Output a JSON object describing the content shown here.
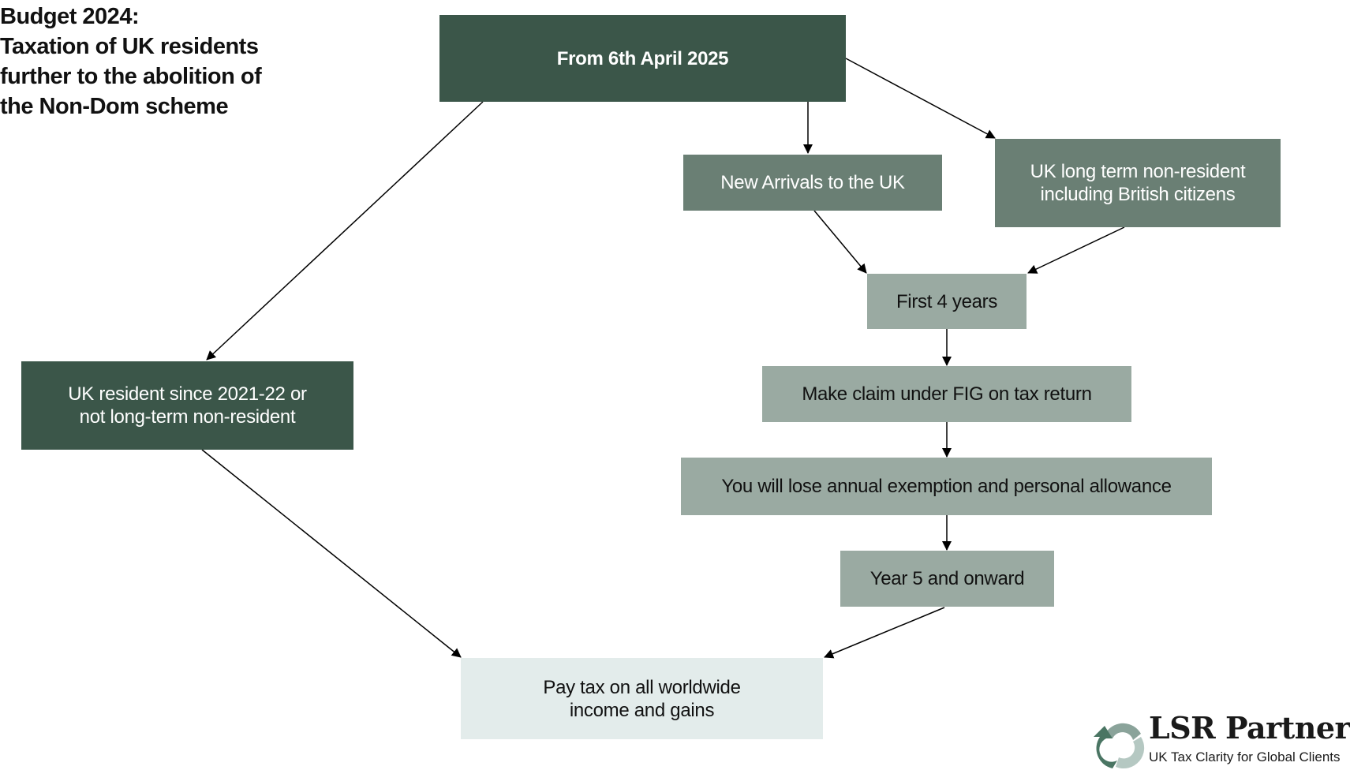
{
  "title": {
    "lines": [
      "Budget 2024:",
      "Taxation of UK residents",
      "further to the abolition of",
      "the Non-Dom scheme"
    ]
  },
  "nodes": {
    "start": "From 6th April 2025",
    "new_arrivals": "New Arrivals to the UK",
    "long_term_nonresident": [
      "UK long term non-resident",
      "including British citizens"
    ],
    "first_4_years": "First 4 years",
    "make_claim": "Make claim under FIG on tax return",
    "lose_allowance": "You will lose annual exemption and personal allowance",
    "year_5": "Year 5 and onward",
    "uk_resident": [
      "UK resident since 2021-22 or",
      "not long-term non-resident"
    ],
    "pay_tax": [
      "Pay tax on all worldwide",
      "income and gains"
    ]
  },
  "colors": {
    "dark": "#3b5649",
    "mid": "#6a7f74",
    "light": "#9aaaa2",
    "pale": "#e3eceb"
  },
  "logo": {
    "name": "LSR Partners",
    "tagline": "UK Tax Clarity for Global Clients"
  }
}
